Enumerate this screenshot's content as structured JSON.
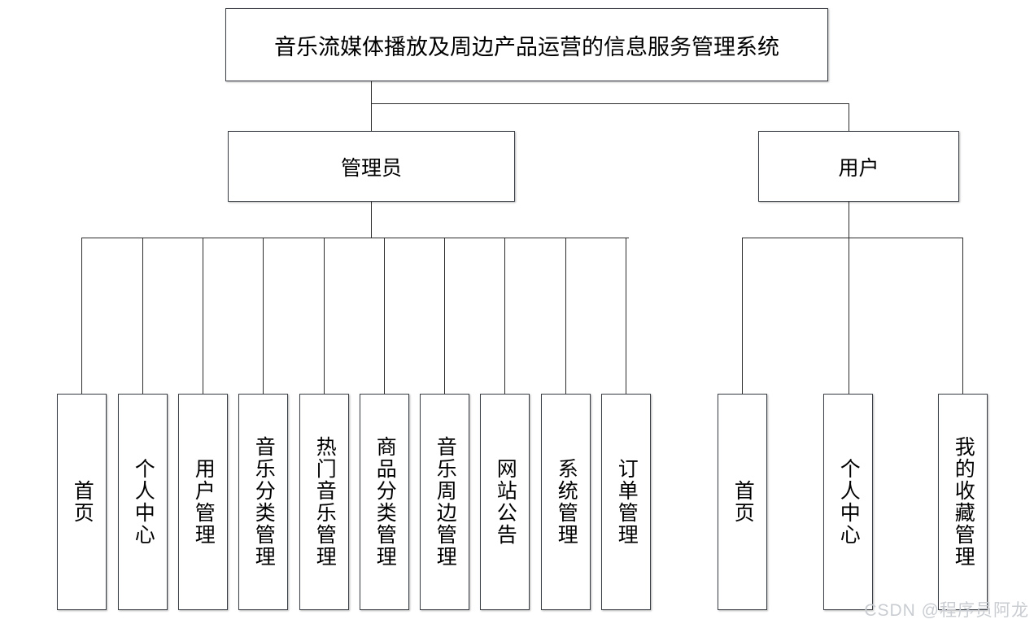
{
  "diagram": {
    "title": "音乐流媒体播放及周边产品运营的信息服务管理系统",
    "type": "tree",
    "watermark": "CSDN @程序员阿龙",
    "line_color": "#2b2b2b",
    "box_border_color": "#3a3f45",
    "background": "#ffffff"
  },
  "root": {
    "label": "音乐流媒体播放及周边产品运营的信息服务管理系统"
  },
  "roles": [
    {
      "label": "管理员"
    },
    {
      "label": "用户"
    }
  ],
  "admin_modules": [
    {
      "label": "首页"
    },
    {
      "label": "个人中心"
    },
    {
      "label": "用户管理"
    },
    {
      "label": "音乐分类管理"
    },
    {
      "label": "热门音乐管理"
    },
    {
      "label": "商品分类管理"
    },
    {
      "label": "音乐周边管理"
    },
    {
      "label": "网站公告"
    },
    {
      "label": "系统管理"
    },
    {
      "label": "订单管理"
    }
  ],
  "user_modules": [
    {
      "label": "首页"
    },
    {
      "label": "个人中心"
    },
    {
      "label": "我的收藏管理"
    }
  ]
}
